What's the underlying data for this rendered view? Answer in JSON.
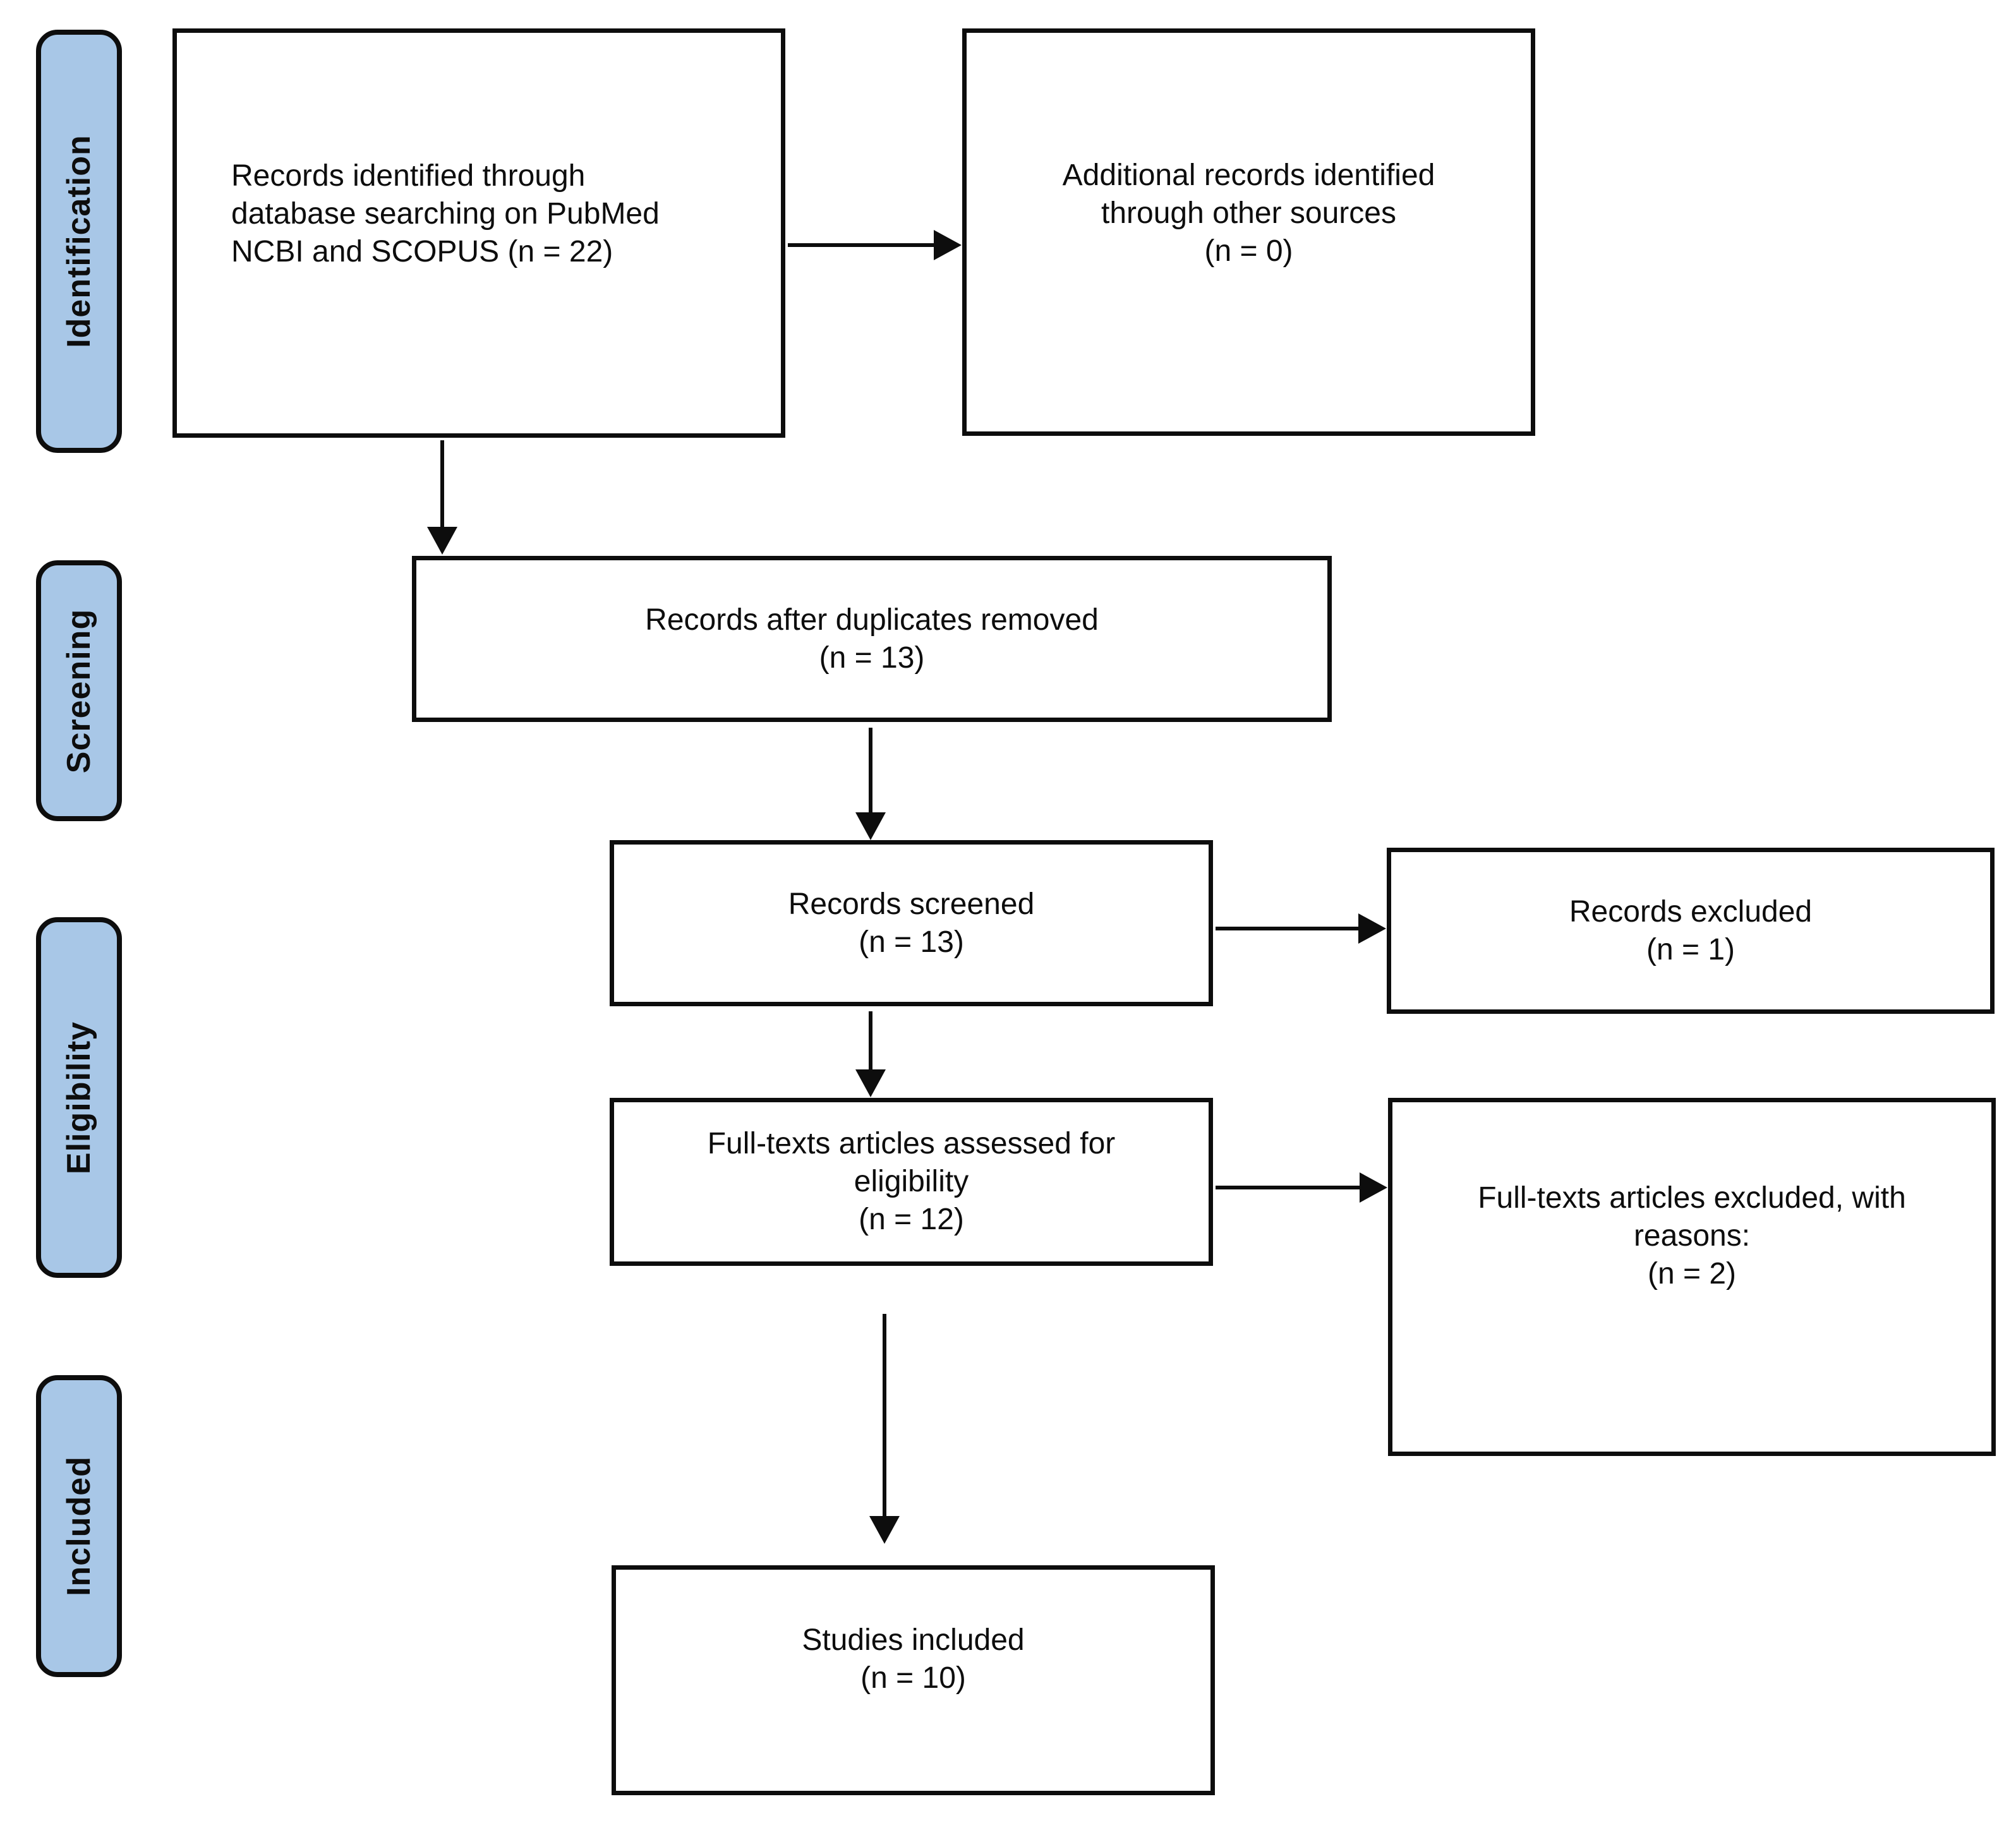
{
  "diagram": {
    "type": "prisma-flowchart",
    "colors": {
      "stage_fill": "#a8c7e7",
      "line_and_text": "#0d0d0d",
      "box_fill": "#ffffff"
    },
    "stages": {
      "identification": "Identification",
      "screening": "Screening",
      "eligibility": "Eligibility",
      "included": "Included"
    },
    "nodes": {
      "db_records": {
        "lines": [
          "Records identified through",
          "database searching on PubMed",
          "NCBI and SCOPUS (n = 22)"
        ],
        "count": 22
      },
      "other_sources": {
        "lines": [
          "Additional records identified",
          "through other sources",
          "(n = 0)"
        ],
        "count": 0
      },
      "after_duplicates": {
        "lines": [
          "Records after duplicates removed",
          "(n = 13)"
        ],
        "count": 13
      },
      "screened": {
        "lines": [
          "Records screened",
          "(n = 13)"
        ],
        "count": 13
      },
      "excluded": {
        "lines": [
          "Records excluded",
          "(n = 1)"
        ],
        "count": 1
      },
      "fulltext_assessed": {
        "lines": [
          "Full-texts articles assessed for",
          "eligibility",
          "(n = 12)"
        ],
        "count": 12
      },
      "fulltext_excluded": {
        "lines": [
          "Full-texts articles excluded, with",
          "reasons:",
          "(n = 2)"
        ],
        "count": 2
      },
      "studies_included": {
        "lines": [
          "Studies included",
          "(n = 10)"
        ],
        "count": 10
      }
    },
    "edges": [
      {
        "from": "db_records",
        "to": "other_sources"
      },
      {
        "from": "db_records",
        "to": "after_duplicates"
      },
      {
        "from": "after_duplicates",
        "to": "screened"
      },
      {
        "from": "screened",
        "to": "excluded"
      },
      {
        "from": "screened",
        "to": "fulltext_assessed"
      },
      {
        "from": "fulltext_assessed",
        "to": "fulltext_excluded"
      },
      {
        "from": "fulltext_assessed",
        "to": "studies_included"
      }
    ]
  }
}
